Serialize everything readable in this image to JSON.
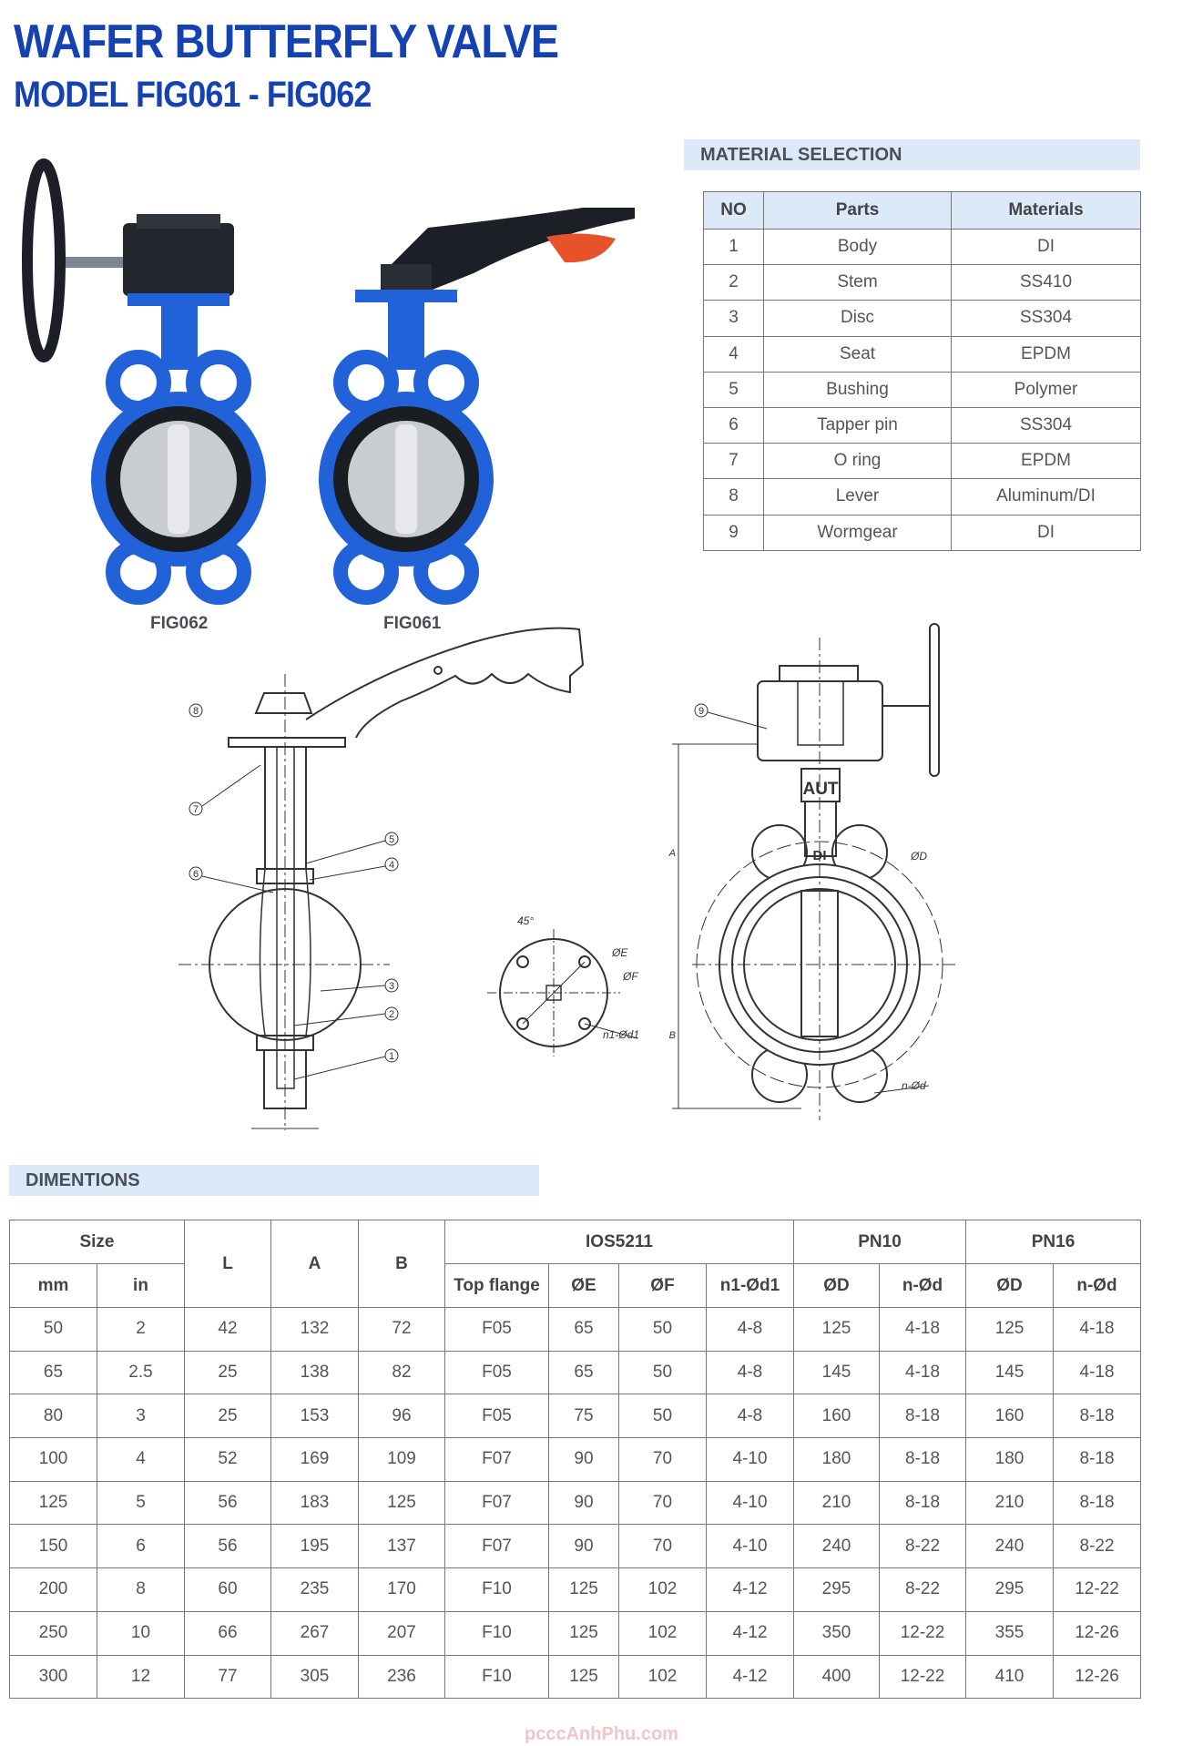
{
  "title": "WAFER BUTTERFLY VALVE",
  "subtitle": "MODEL FIG061 - FIG062",
  "photos": {
    "captions": [
      "FIG062",
      "FIG061"
    ]
  },
  "material": {
    "heading": "MATERIAL SELECTION",
    "columns": [
      "NO",
      "Parts",
      "Materials"
    ],
    "rows": [
      [
        "1",
        "Body",
        "DI"
      ],
      [
        "2",
        "Stem",
        "SS410"
      ],
      [
        "3",
        "Disc",
        "SS304"
      ],
      [
        "4",
        "Seat",
        "EPDM"
      ],
      [
        "5",
        "Bushing",
        "Polymer"
      ],
      [
        "6",
        "Tapper pin",
        "SS304"
      ],
      [
        "7",
        "O ring",
        "EPDM"
      ],
      [
        "8",
        "Lever",
        "Aluminum/DI"
      ],
      [
        "9",
        "Wormgear",
        "DI"
      ]
    ]
  },
  "drawings": {
    "callouts": [
      "1",
      "2",
      "3",
      "4",
      "5",
      "6",
      "7",
      "8",
      "9"
    ],
    "flange_labels": {
      "angle": "45°",
      "e": "ØE",
      "f": "ØF",
      "n1d1": "n1-Ød1"
    },
    "body_labels": {
      "brand": "AUT",
      "material": "DI",
      "d": "ØD",
      "nd": "n-Ød",
      "a": "A",
      "b": "B"
    }
  },
  "dimensions": {
    "heading": "DIMENTIONS",
    "group_headers": {
      "size": "Size",
      "l": "L",
      "a": "A",
      "b": "B",
      "ios": "IOS5211",
      "pn10": "PN10",
      "pn16": "PN16"
    },
    "sub_headers": [
      "mm",
      "in",
      "Top flange",
      "ØE",
      "ØF",
      "n1-Ød1",
      "ØD",
      "n-Ød",
      "ØD",
      "n-Ød"
    ],
    "rows": [
      [
        "50",
        "2",
        "42",
        "132",
        "72",
        "F05",
        "65",
        "50",
        "4-8",
        "125",
        "4-18",
        "125",
        "4-18"
      ],
      [
        "65",
        "2.5",
        "25",
        "138",
        "82",
        "F05",
        "65",
        "50",
        "4-8",
        "145",
        "4-18",
        "145",
        "4-18"
      ],
      [
        "80",
        "3",
        "25",
        "153",
        "96",
        "F05",
        "75",
        "50",
        "4-8",
        "160",
        "8-18",
        "160",
        "8-18"
      ],
      [
        "100",
        "4",
        "52",
        "169",
        "109",
        "F07",
        "90",
        "70",
        "4-10",
        "180",
        "8-18",
        "180",
        "8-18"
      ],
      [
        "125",
        "5",
        "56",
        "183",
        "125",
        "F07",
        "90",
        "70",
        "4-10",
        "210",
        "8-18",
        "210",
        "8-18"
      ],
      [
        "150",
        "6",
        "56",
        "195",
        "137",
        "F07",
        "90",
        "70",
        "4-10",
        "240",
        "8-22",
        "240",
        "8-22"
      ],
      [
        "200",
        "8",
        "60",
        "235",
        "170",
        "F10",
        "125",
        "102",
        "4-12",
        "295",
        "8-22",
        "295",
        "12-22"
      ],
      [
        "250",
        "10",
        "66",
        "267",
        "207",
        "F10",
        "125",
        "102",
        "4-12",
        "350",
        "12-22",
        "355",
        "12-26"
      ],
      [
        "300",
        "12",
        "77",
        "305",
        "236",
        "F10",
        "125",
        "102",
        "4-12",
        "400",
        "12-22",
        "410",
        "12-26"
      ]
    ]
  },
  "watermark": "pcccAnhPhu.com",
  "colors": {
    "title": "#1542b3",
    "valve_body": "#2162d9",
    "section_bg": "#dbe9f9",
    "lever_trigger": "#e8522a"
  }
}
